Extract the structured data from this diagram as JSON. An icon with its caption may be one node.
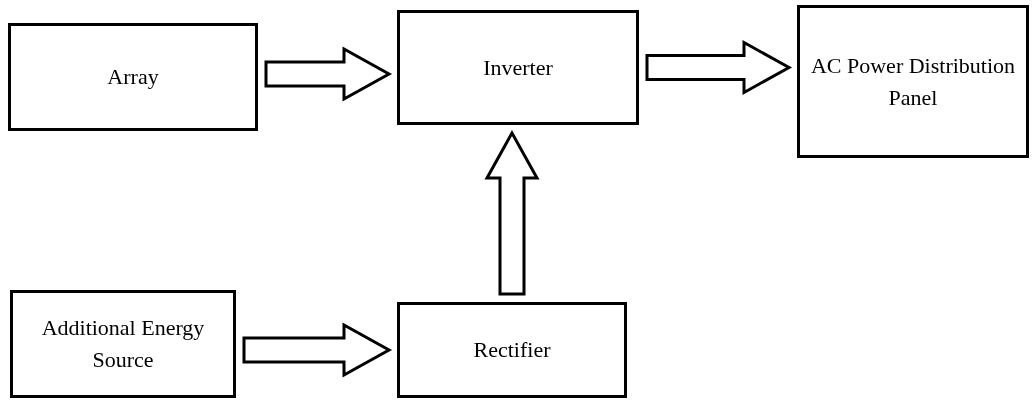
{
  "diagram": {
    "nodes": [
      {
        "text": [
          "Array"
        ]
      },
      {
        "text": [
          "Inverter"
        ]
      },
      {
        "text": [
          "AC Power Distribution Panel"
        ]
      },
      {
        "text": [
          "Additional Energy Source"
        ]
      },
      {
        "text": [
          "Rectifier"
        ]
      }
    ],
    "edges": [
      {
        "from": 0,
        "to": 1,
        "arrow": "to"
      },
      {
        "from": 1,
        "to": 2,
        "arrow": "to"
      },
      {
        "from": 4,
        "to": 1,
        "arrow": "to"
      },
      {
        "from": 3,
        "to": 4,
        "arrow": "to"
      }
    ]
  }
}
